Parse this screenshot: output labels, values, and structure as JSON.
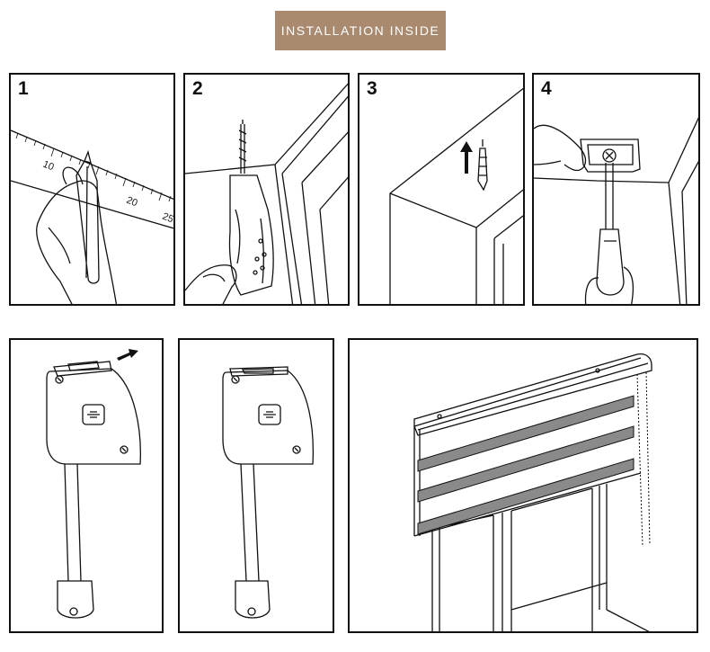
{
  "header": {
    "title": "INSTALLATION INSIDE"
  },
  "steps": [
    {
      "number": "1"
    },
    {
      "number": "2"
    },
    {
      "number": "3"
    },
    {
      "number": "4"
    }
  ],
  "ruler": {
    "labels": [
      "10",
      "20",
      "25"
    ]
  },
  "colors": {
    "banner": "#a98a6f",
    "line": "#111111",
    "blind_band": "#8a8a8a"
  }
}
